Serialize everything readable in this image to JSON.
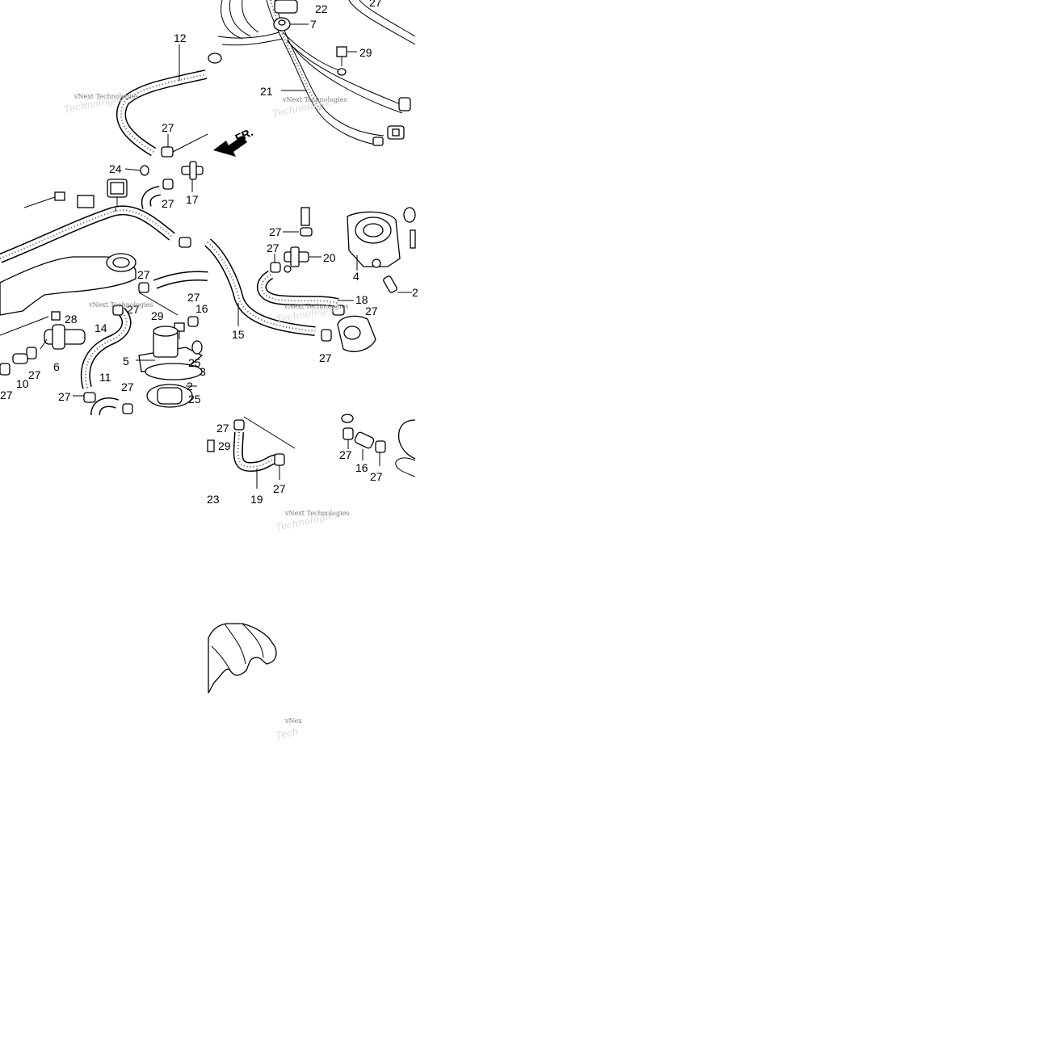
{
  "diagram": {
    "direction_label": "FR.",
    "watermark_line1": "vNext Technologies",
    "watermark_line2": "Technologies",
    "watermark_cut1": "vNex",
    "watermark_cut2": "Tech",
    "callouts": {
      "c7": "7",
      "c12": "12",
      "c21": "21",
      "c22": "22",
      "c27_top": "27",
      "c29_top": "29",
      "c27_a": "27",
      "c24": "24",
      "c17": "17",
      "c27_b": "27",
      "c27_c": "27",
      "c27_d": "27",
      "c20": "20",
      "c4": "4",
      "c18": "18",
      "c27_e": "27",
      "c15": "15",
      "c27_f": "27",
      "c2_right": "2",
      "c27_g": "27",
      "c28": "28",
      "c27_h": "27",
      "c29_mid": "29",
      "c27_i": "27",
      "c16_mid": "16",
      "c14": "14",
      "c6": "6",
      "c5": "5",
      "c25_a": "25",
      "c3": "3",
      "c2": "2",
      "c25_b": "25",
      "c27_j": "27",
      "c10": "10",
      "c27_k": "27",
      "c11": "11",
      "c27_l": "27",
      "c27_m": "27",
      "c27_n": "27",
      "c29_bot": "29",
      "c23": "23",
      "c19": "19",
      "c27_o": "27",
      "c27_p": "27",
      "c16_bot": "16",
      "c27_q": "27"
    }
  }
}
